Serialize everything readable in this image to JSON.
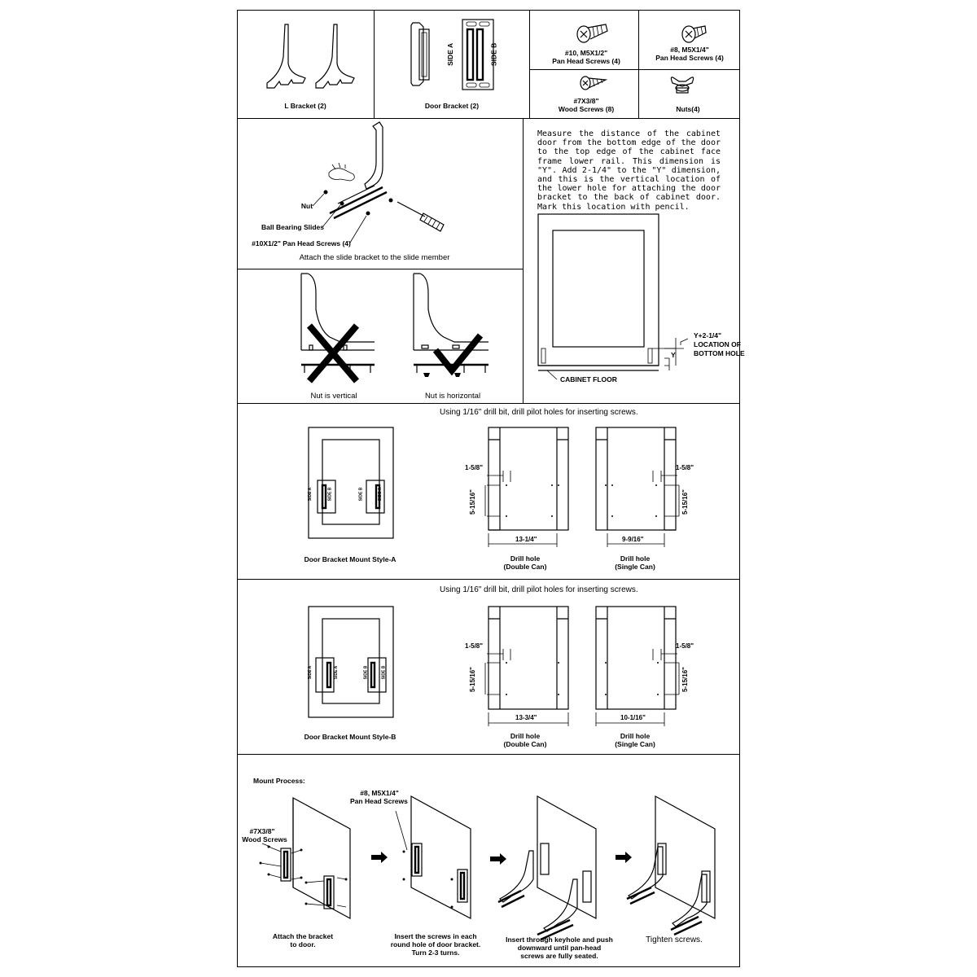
{
  "parts": {
    "l_bracket": "L Bracket (2)",
    "door_bracket": "Door Bracket (2)",
    "side_a": "SIDE A",
    "side_b": "SIDE B",
    "screw10_line1": "#10, M5X1/2\"",
    "screw10_line2": "Pan Head Screws (4)",
    "screw8_line1": "#8, M5X1/4\"",
    "screw8_line2": "Pan Head Screws (4)",
    "wood_line1": "#7X3/8\"",
    "wood_line2": "Wood Screws (8)",
    "nuts": "Nuts(4)"
  },
  "attach": {
    "nut": "Nut",
    "ball_bearing": "Ball Bearing Slides",
    "pan_head": "#10X1/2\"  Pan Head Screws (4)",
    "caption": "Attach the slide bracket to the slide member"
  },
  "nut_orientation": {
    "wrong": "Nut is vertical",
    "right": "Nut is horizontal"
  },
  "measure": {
    "instructions": "Measure the distance of the cabinet door from the bottom edge of the door to the top edge of the cabinet face frame lower rail. This dimension is \"Y\". Add 2-1/4\" to the \"Y\" dimension, and this is the vertical location of the lower hole for attaching the door bracket to the back of cabinet door. Mark this location with pencil.",
    "y_plus_1": "Y+2-1/4\"",
    "y_plus_2": "LOCATION OF",
    "y_plus_3": "BOTTOM HOLE",
    "y": "Y",
    "cabinet_floor": "CABINET FLOOR"
  },
  "style_a": {
    "drill_note": "Using 1/16\" drill bit, drill pilot holes for inserting screws.",
    "mount_label": "Door Bracket Mount Style-A",
    "dim_158_left": "1-5/8\"",
    "dim_51516_left": "5-15/16\"",
    "dim_width_double": "13-1/4\"",
    "dim_158_right": "1-5/8\"",
    "dim_51516_right": "5-15/16\"",
    "dim_width_single": "9-9/16\"",
    "drill_double_1": "Drill hole",
    "drill_double_2": "(Double Can)",
    "drill_single_1": "Drill hole",
    "drill_single_2": "(Single Can)"
  },
  "style_b": {
    "drill_note": "Using 1/16\" drill bit, drill pilot holes for inserting screws.",
    "mount_label": "Door Bracket Mount Style-B",
    "dim_158_left": "1-5/8\"",
    "dim_51516_left": "5-15/16\"",
    "dim_width_double": "13-3/4\"",
    "dim_158_right": "1-5/8\"",
    "dim_51516_right": "5-15/16\"",
    "dim_width_single": "10-1/16\"",
    "drill_double_1": "Drill hole",
    "drill_double_2": "(Double Can)",
    "drill_single_1": "Drill hole",
    "drill_single_2": "(Single Can)"
  },
  "mount_process": {
    "title": "Mount Process:",
    "wood_screws_1": "#7X3/8\"",
    "wood_screws_2": "Wood Screws",
    "pan_head_1": "#8, M5X1/4\"",
    "pan_head_2": "Pan Head Screws",
    "step1_1": "Attach the bracket",
    "step1_2": "to door.",
    "step2_1": "Insert the screws in each",
    "step2_2": "round hole of door bracket.",
    "step2_3": "Turn 2-3 turns.",
    "step3_1": "Insert through keyhole and push",
    "step3_2": "downward until pan-head",
    "step3_3": "screws are fully seated.",
    "step4": "Tighten screws."
  }
}
